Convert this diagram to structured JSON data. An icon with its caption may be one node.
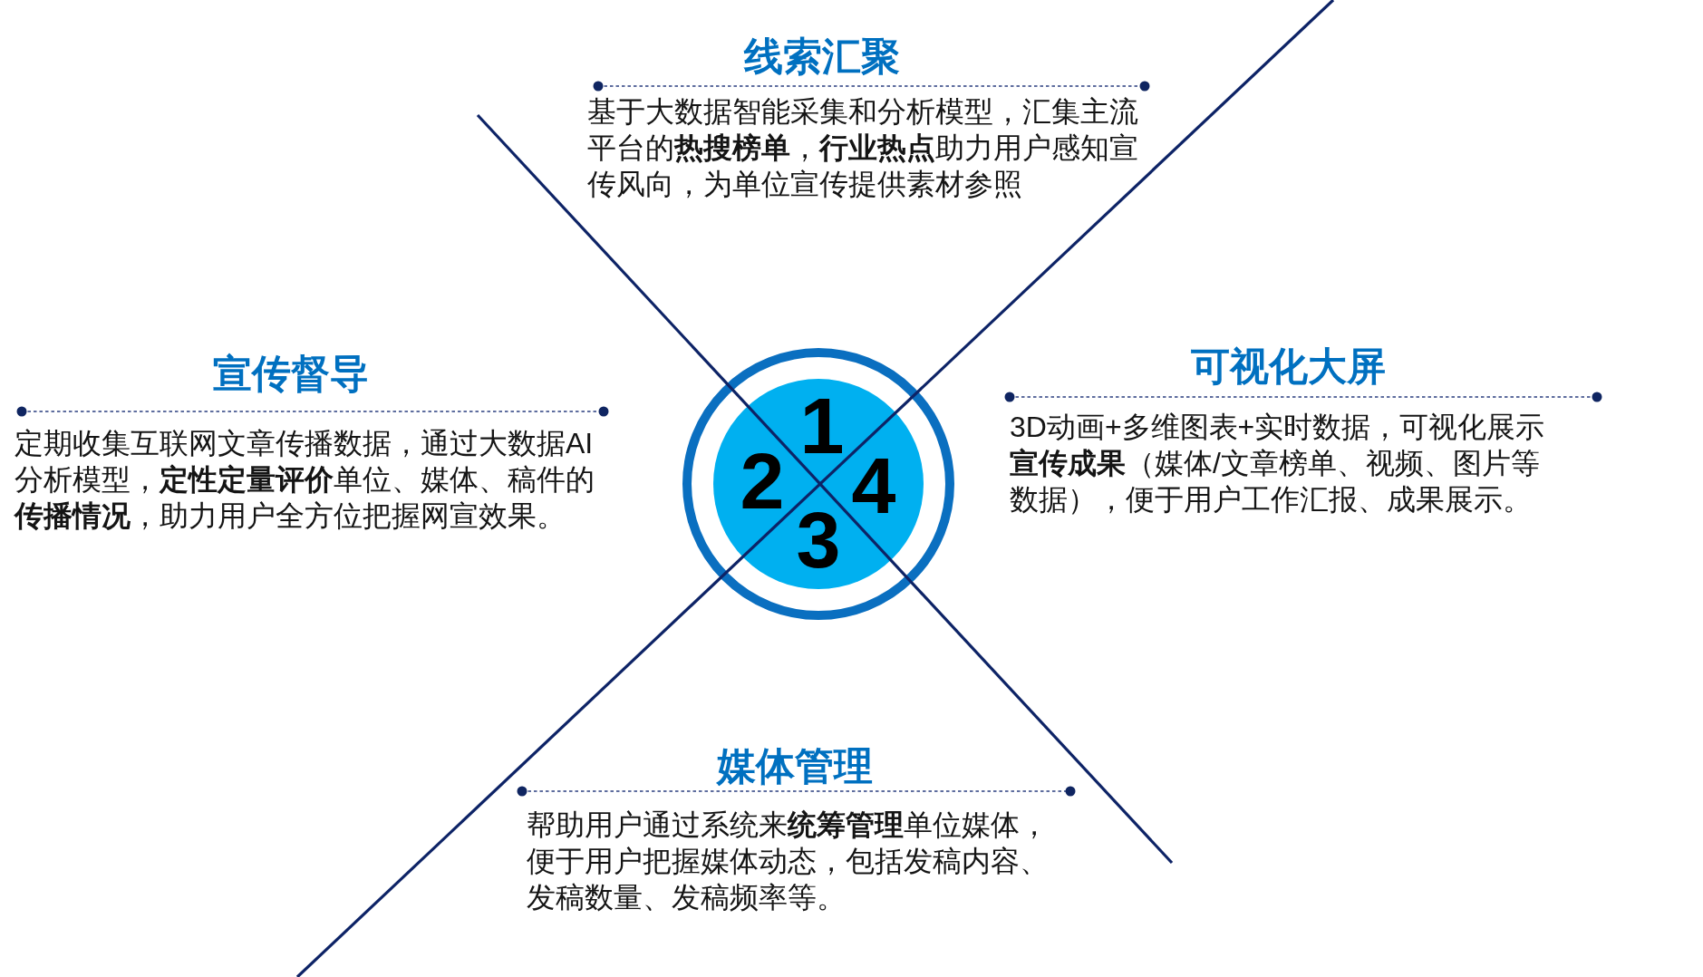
{
  "diagram": {
    "nodes": [
      {
        "text": [
          "1",
          "2",
          "4",
          "3"
        ]
      }
    ],
    "labels": [
      "线索汇聚",
      "基于大数据智能采集和分析模型，汇集主流平台的**热搜榜单**，**行业热点**助力用户感知宣传风向，为单位宣传提供素材参照",
      "宣传督导",
      "定期收集互联网文章传播数据，通过大数据AI分析模型，**定性定量评价**单位、媒体、稿件的**传播情况**，助力用户全方位把握网宣效果。",
      "可视化大屏",
      "3D动画+多维图表+实时数据，可视化展示**宣传成果**（媒体/文章榜单、视频、图片等数据），便于用户工作汇报、成果展示。",
      "媒体管理",
      "帮助用户通过系统来**统筹管理**单位媒体，便于用户把握媒体动态，包括发稿内容、发稿数量、发稿频率等。"
    ]
  }
}
